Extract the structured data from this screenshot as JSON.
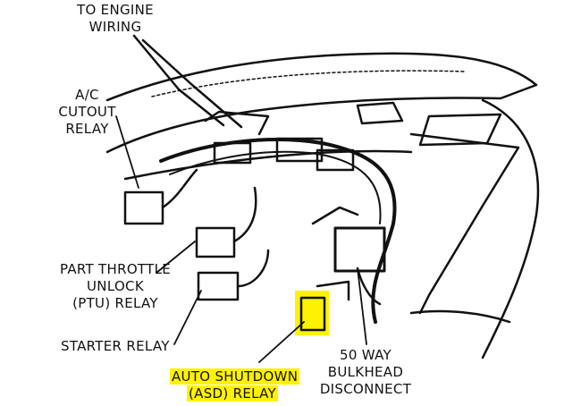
{
  "colors": {
    "highlight": "#fff200",
    "ink": "#111111"
  },
  "labels": {
    "engine_wiring": [
      "TO ENGINE",
      "WIRING"
    ],
    "ac_cutout": [
      "A/C",
      "CUTOUT",
      "RELAY"
    ],
    "ptu": [
      "PART THROTTLE",
      "UNLOCK",
      "(PTU) RELAY"
    ],
    "starter": [
      "STARTER RELAY"
    ],
    "asd": [
      "AUTO SHUTDOWN",
      "(ASD) RELAY"
    ],
    "bulkhead": [
      "50 WAY",
      "BULKHEAD",
      "DISCONNECT"
    ]
  }
}
